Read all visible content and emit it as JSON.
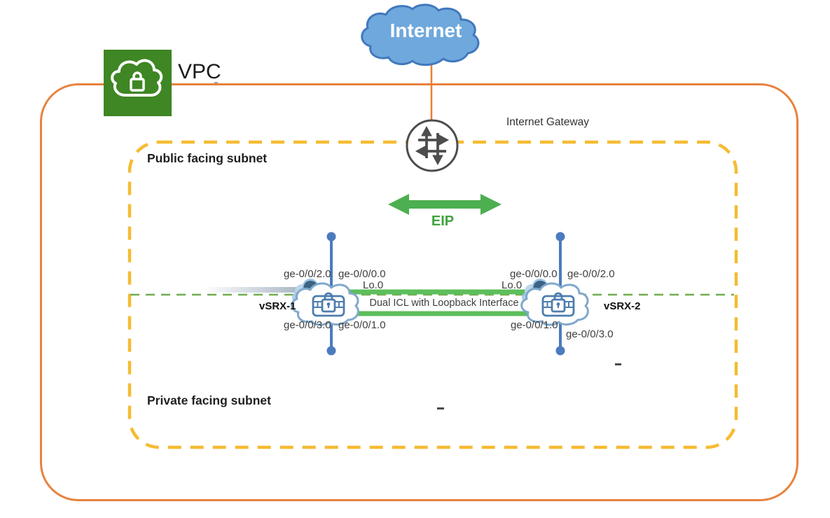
{
  "labels": {
    "internet": "Internet",
    "vpc": "VPC",
    "internet_gateway": "Internet Gateway",
    "public_subnet": "Public facing subnet",
    "private_subnet": "Private facing subnet",
    "eip": "EIP",
    "icl": "Dual ICL with Loopback Interface"
  },
  "devices": [
    {
      "name": "vSRX-1",
      "top_left": "ge-0/0/2.0",
      "top_right": "ge-0/0/0.0",
      "loopback": "Lo.0",
      "bottom_left": "ge-0/0/3.0",
      "bottom_right": "ge-0/0/1.0"
    },
    {
      "name": "vSRX-2",
      "top_left": "ge-0/0/0.0",
      "top_right": "ge-0/0/2.0",
      "loopback": "Lo.0",
      "bottom_left": "ge-0/0/1.0",
      "bottom_right": "ge-0/0/3.0"
    }
  ],
  "colors": {
    "vpc_border": "#E8823E",
    "subnet_border": "#F5BB32",
    "connector_orange": "#ED7D31",
    "green_bar": "#5CBE5C",
    "green_dash": "#6FAE4E",
    "eip_green": "#4CAF50",
    "eip_text": "#3FA33F",
    "blue_line": "#4B7BBE",
    "internet_cloud_fill": "#6FA8DC",
    "internet_cloud_stroke": "#4178BE",
    "vpc_icon_green": "#3F8624",
    "gateway_gray": "#4D4D4D",
    "srx_cloud_stroke": "#7FA8CC",
    "srx_icon_blue": "#4E7DAE",
    "srx_drop": "#3D6384",
    "srx_puff": "#9DC3E6",
    "text_dark": "#3E3E3E"
  }
}
